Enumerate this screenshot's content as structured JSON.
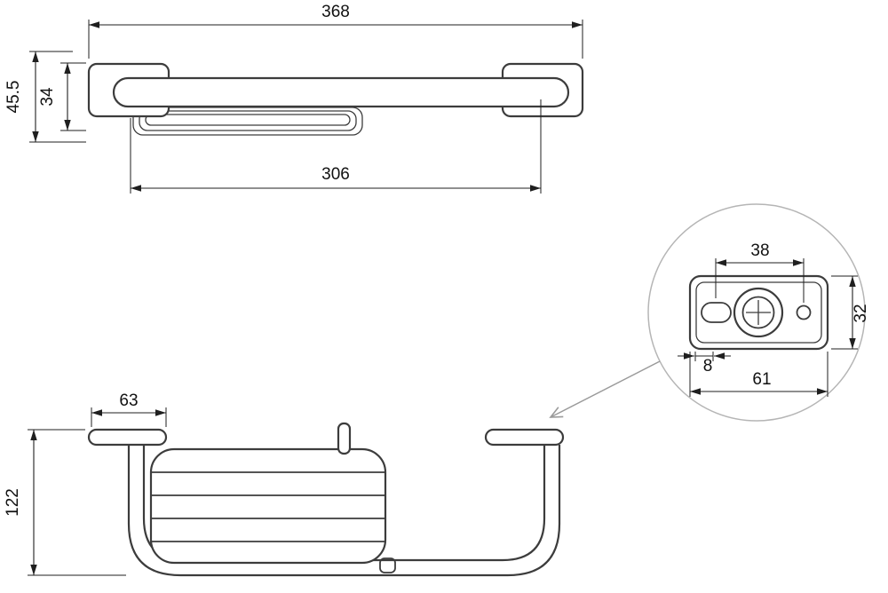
{
  "drawing": {
    "kind": "technical-dimension-drawing",
    "views": {
      "plan_view": {
        "overall_width": "368",
        "mounting_span": "306",
        "overall_depth": "45.5",
        "rail_depth": "34"
      },
      "detail_view": {
        "hole_spacing": "38",
        "plate_height": "32",
        "slot_inset": "8",
        "plate_width": "61"
      },
      "front_view": {
        "bracket_width": "63",
        "overall_height": "122"
      }
    },
    "colors": {
      "outline": "#3c3c3c",
      "dimension": "#1f1f1f",
      "detail_circle": "#b5b5b5",
      "leader": "#9a9a9a",
      "background": "#ffffff"
    }
  }
}
